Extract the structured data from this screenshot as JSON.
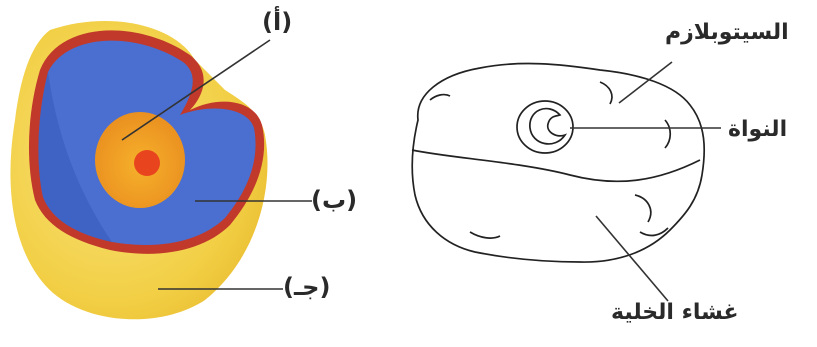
{
  "left_figure": {
    "labels": {
      "a": "(أ)",
      "b": "(ب)",
      "c": "(جـ)"
    },
    "colors": {
      "outer_yellow": "#f2d04e",
      "rim_red": "#c0392b",
      "interior_blue": "#4a6fd1",
      "inner_orange": "#f0a026",
      "center_red": "#e8451e"
    }
  },
  "right_figure": {
    "labels": {
      "cytoplasm": "السيتوبلازم",
      "nucleus": "النواة",
      "membrane": "غشاء الخلية"
    }
  }
}
